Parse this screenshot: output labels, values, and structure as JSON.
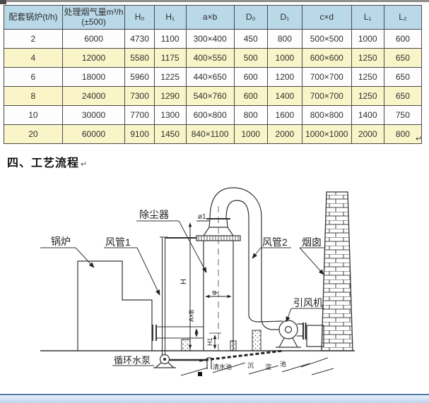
{
  "table": {
    "headers": [
      "配套锅炉(t/h)",
      "处理烟气量m³/h\n(±500)",
      "H₀",
      "H₁",
      "a×b",
      "D₀",
      "D₁",
      "c×d",
      "L₁",
      "L₂"
    ],
    "rows": [
      [
        "2",
        "6000",
        "4730",
        "1100",
        "300×400",
        "450",
        "800",
        "500×500",
        "1000",
        "600"
      ],
      [
        "4",
        "12000",
        "5580",
        "1175",
        "400×550",
        "500",
        "1000",
        "600×600",
        "1250",
        "650"
      ],
      [
        "6",
        "18000",
        "5960",
        "1225",
        "440×650",
        "600",
        "1200",
        "700×700",
        "1250",
        "650"
      ],
      [
        "8",
        "24000",
        "7300",
        "1290",
        "540×760",
        "600",
        "1400",
        "700×700",
        "1250",
        "650"
      ],
      [
        "10",
        "30000",
        "7700",
        "1300",
        "600×800",
        "800",
        "1600",
        "800×800",
        "1400",
        "750"
      ],
      [
        "20",
        "60000",
        "9100",
        "1450",
        "840×1100",
        "1000",
        "2000",
        "1000×1000",
        "2000",
        "800"
      ]
    ],
    "return_mark": "↵"
  },
  "section_heading": {
    "text": "四、工艺流程",
    "return_mark": "↵"
  },
  "diagram": {
    "labels": {
      "boiler": "锅炉",
      "duct1": "风管1",
      "dust_collector": "除尘器",
      "duct2": "风管2",
      "chimney": "烟囱",
      "fan": "引风机",
      "pump": "循环水泵",
      "clean_pool": "清水池",
      "sediment_chars": [
        "沉",
        "淀",
        "池"
      ]
    },
    "dimensions": {
      "phi1": "ø1",
      "H": "H",
      "phi": "φ",
      "AxB": "A×B",
      "H1": "H1"
    }
  },
  "colors": {
    "table_header_bg": "#b9d8e8",
    "table_alt_row_bg": "#f9f5c8",
    "bottom_bar_line": "#4f79a8",
    "bottom_bar_bg": "#c9dcf0"
  }
}
